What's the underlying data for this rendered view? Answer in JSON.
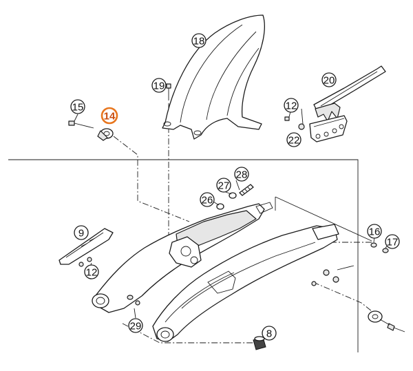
{
  "diagram": {
    "callouts": [
      {
        "id": "c18",
        "label": "18"
      },
      {
        "id": "c19",
        "label": "19"
      },
      {
        "id": "c20",
        "label": "20"
      },
      {
        "id": "c15",
        "label": "15"
      },
      {
        "id": "c14",
        "label": "14",
        "highlight": true
      },
      {
        "id": "c12a",
        "label": "12"
      },
      {
        "id": "c22",
        "label": "22"
      },
      {
        "id": "c28",
        "label": "28"
      },
      {
        "id": "c27",
        "label": "27"
      },
      {
        "id": "c26",
        "label": "26"
      },
      {
        "id": "c9",
        "label": "9"
      },
      {
        "id": "c12b",
        "label": "12"
      },
      {
        "id": "c16",
        "label": "16"
      },
      {
        "id": "c17",
        "label": "17"
      },
      {
        "id": "c29",
        "label": "29"
      },
      {
        "id": "c8",
        "label": "8"
      }
    ],
    "colors": {
      "line": "#1a1a1a",
      "highlight": "#e8761e",
      "background": "#ffffff"
    }
  }
}
